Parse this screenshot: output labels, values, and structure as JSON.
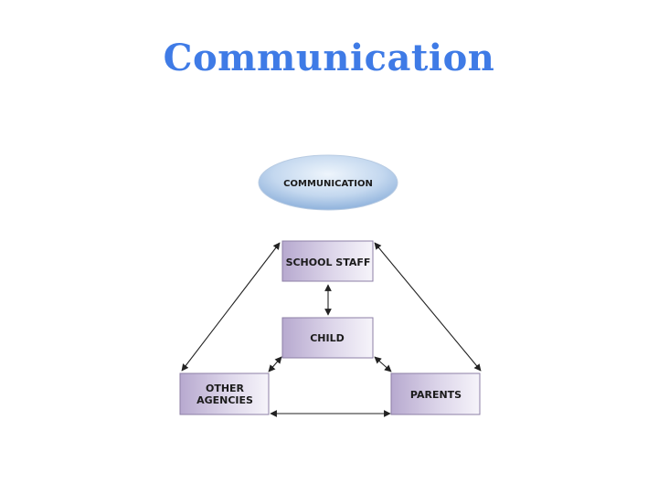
{
  "slide": {
    "title": "Communication"
  },
  "diagram": {
    "header_node": "COMMUNICATION",
    "nodes": {
      "school_staff": "SCHOOL STAFF",
      "child": "CHILD",
      "other_agencies_line1": "OTHER",
      "other_agencies_line2": "AGENCIES",
      "parents": "PARENTS"
    },
    "colors": {
      "title": "#3f7be6",
      "ellipse_light": "#eaf2fb",
      "ellipse_dark": "#8fb2dc",
      "box_light": "#f3f0f8",
      "box_dark": "#b4a6cc",
      "box_border": "#8c7fa6",
      "arrow": "#222222"
    }
  }
}
